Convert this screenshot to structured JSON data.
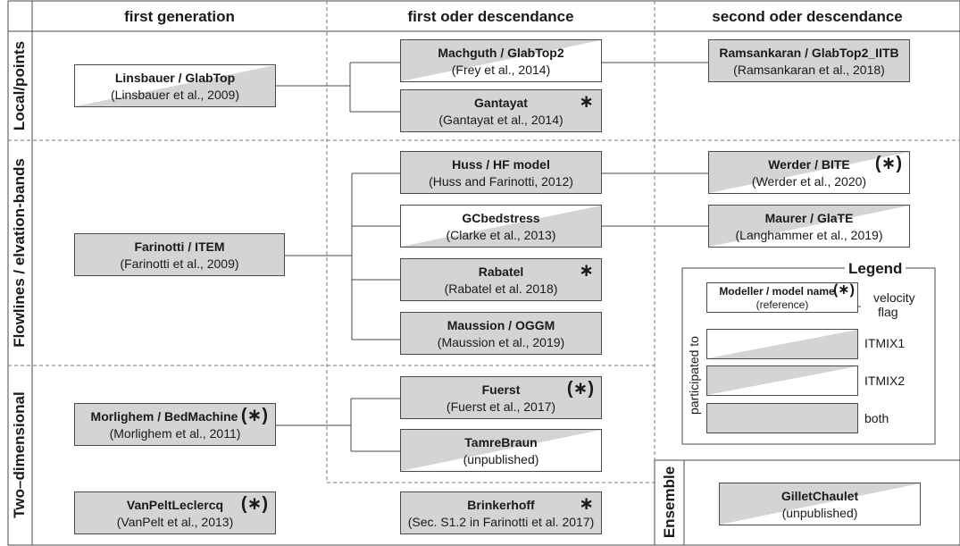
{
  "headers": {
    "first_generation": "first generation",
    "first_order": "first oder descendance",
    "second_order": "second oder descendance"
  },
  "rows": {
    "local": "Local/points",
    "flowlines": "Flowlines / elvation-bands",
    "two_dimensional": "Two–dimensional",
    "ensemble": "Ensemble"
  },
  "flag_symbol": "∗",
  "flag_symbol_paren": "(∗)",
  "boxes": {
    "linsbauer": {
      "title": "Linsbauer / GlabTop",
      "ref": "(Linsbauer et al., 2009)",
      "itmix": "ITMIX1",
      "flag": ""
    },
    "machguth": {
      "title": "Machguth / GlabTop2",
      "ref": "(Frey et al., 2014)",
      "itmix": "ITMIX2",
      "flag": ""
    },
    "gantayat": {
      "title": "Gantayat",
      "ref": "(Gantayat et al., 2014)",
      "itmix": "both",
      "flag": "∗"
    },
    "ramsankaran": {
      "title": "Ramsankaran / GlabTop2_IITB",
      "ref": "(Ramsankaran et al., 2018)",
      "itmix": "both",
      "flag": ""
    },
    "farinotti": {
      "title": "Farinotti / ITEM",
      "ref": "(Farinotti et al., 2009)",
      "itmix": "both",
      "flag": ""
    },
    "huss": {
      "title": "Huss / HF model",
      "ref": "(Huss and Farinotti, 2012)",
      "itmix": "both",
      "flag": ""
    },
    "gcbedstress": {
      "title": "GCbedstress",
      "ref": "(Clarke et al., 2013)",
      "itmix": "ITMIX1",
      "flag": ""
    },
    "rabatel": {
      "title": "Rabatel",
      "ref": "(Rabatel et al. 2018)",
      "itmix": "both",
      "flag": "∗"
    },
    "maussion": {
      "title": "Maussion / OGGM",
      "ref": "(Maussion et al., 2019)",
      "itmix": "both",
      "flag": ""
    },
    "werder": {
      "title": "Werder / BITE",
      "ref": "(Werder et al., 2020)",
      "itmix": "ITMIX2",
      "flag": "(∗)"
    },
    "maurer": {
      "title": "Maurer / GlaTE",
      "ref": "(Langhammer et al., 2019)",
      "itmix": "ITMIX2",
      "flag": ""
    },
    "morlighem": {
      "title": "Morlighem / BedMachine",
      "ref": "(Morlighem et al., 2011)",
      "itmix": "both",
      "flag": "(∗)"
    },
    "fuerst": {
      "title": "Fuerst",
      "ref": "(Fuerst et al., 2017)",
      "itmix": "both",
      "flag": "(∗)"
    },
    "tamrebraun": {
      "title": "TamreBraun",
      "ref": "(unpublished)",
      "itmix": "ITMIX2",
      "flag": ""
    },
    "vanpelt": {
      "title": "VanPeltLeclercq",
      "ref": "(VanPelt et al., 2013)",
      "itmix": "both",
      "flag": "(∗)"
    },
    "brinkerhoff": {
      "title": "Brinkerhoff",
      "ref": "(Sec. S1.2 in Farinotti et al. 2017)",
      "itmix": "both",
      "flag": "∗"
    },
    "gilletchaulet": {
      "title": "GilletChaulet",
      "ref": "(unpublished)",
      "itmix": "ITMIX2",
      "flag": ""
    }
  },
  "legend": {
    "title": "Legend",
    "example_title": "Modeller / model name",
    "example_ref": "(reference)",
    "example_flag": "(∗)",
    "velocity_flag": [
      "velocity",
      "flag"
    ],
    "participated_to": "participated to",
    "itmix1": "ITMIX1",
    "itmix2": "ITMIX2",
    "both": "both"
  }
}
